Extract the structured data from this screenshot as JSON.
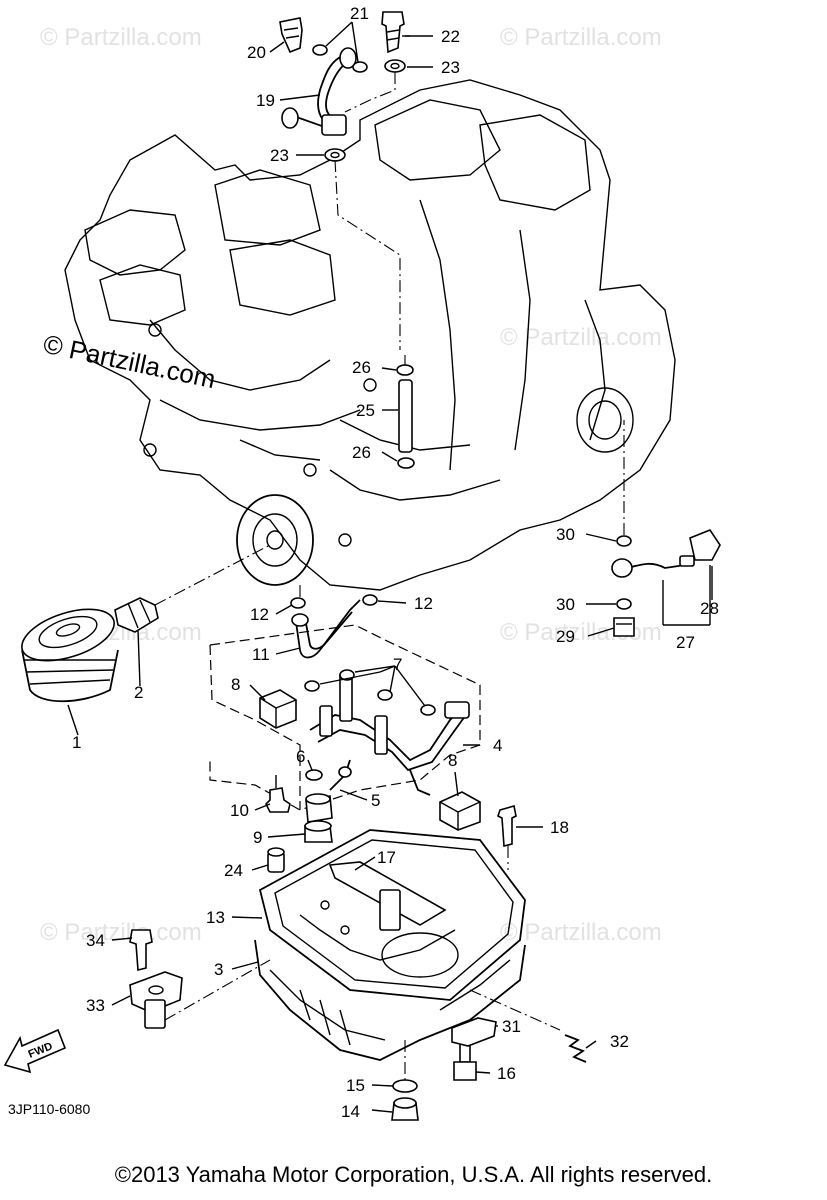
{
  "watermark": {
    "text": "© Partzilla.com",
    "primary_text": "© Partzilla.com"
  },
  "diagram_code": "3JP110-6080",
  "fwd_label": "FWD",
  "copyright": "©2013 Yamaha Motor Corporation, U.S.A. All rights reserved.",
  "callouts": {
    "c1": "1",
    "c2": "2",
    "c3": "3",
    "c4": "4",
    "c5": "5",
    "c6": "6",
    "c7": "7",
    "c8a": "8",
    "c8b": "8",
    "c9": "9",
    "c10": "10",
    "c11": "11",
    "c12a": "12",
    "c12b": "12",
    "c13": "13",
    "c14": "14",
    "c15": "15",
    "c16": "16",
    "c17": "17",
    "c18": "18",
    "c19": "19",
    "c20": "20",
    "c21": "21",
    "c22": "22",
    "c23a": "23",
    "c23b": "23",
    "c24": "24",
    "c25": "25",
    "c26a": "26",
    "c26b": "26",
    "c27": "27",
    "c28": "28",
    "c29": "29",
    "c30a": "30",
    "c30b": "30",
    "c31": "31",
    "c32": "32",
    "c33": "33",
    "c34": "34"
  }
}
